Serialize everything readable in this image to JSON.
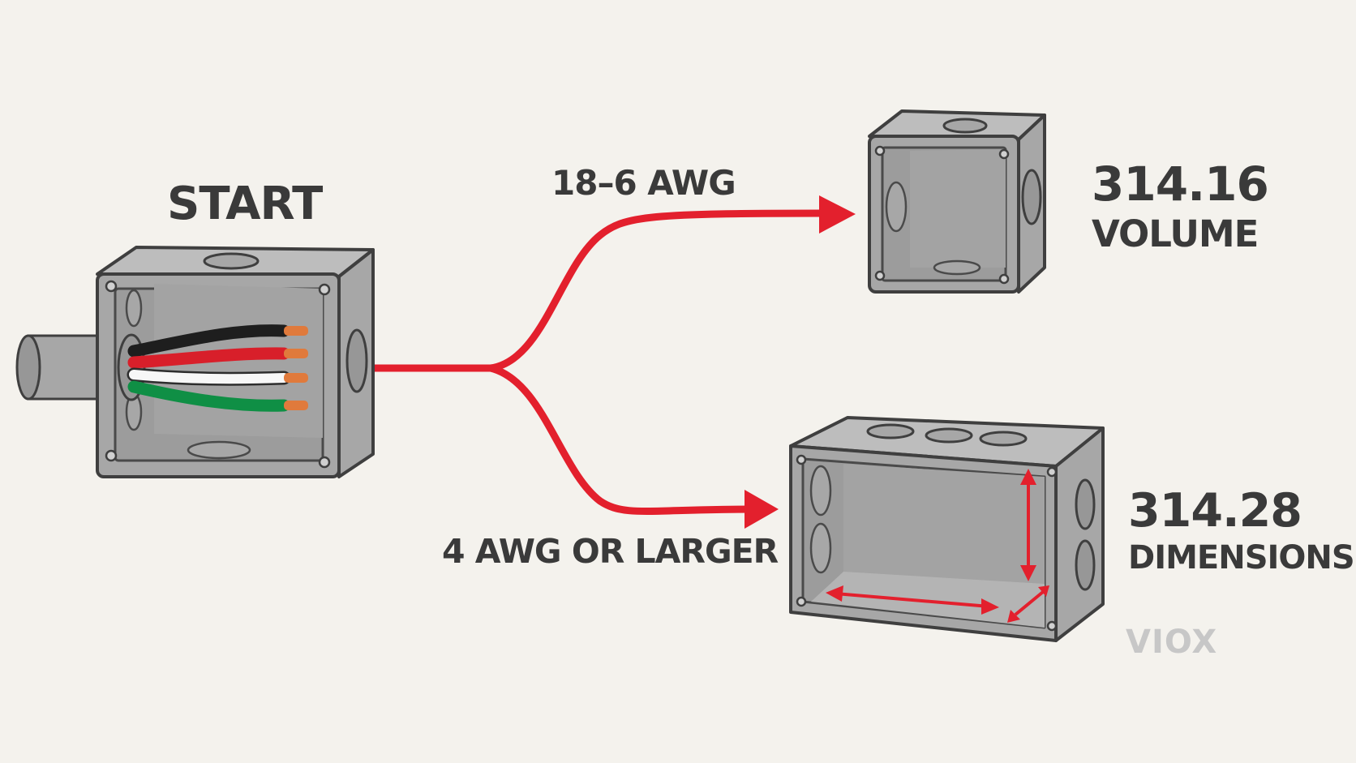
{
  "colors": {
    "background": "#f4f2ed",
    "flow_arrow": "#e3202d",
    "box_metal": "#a7a7a7",
    "box_inner": "#9c9c9c",
    "outline": "#3f3f3f",
    "label_text": "#3a3a3a",
    "wire_black": "#1e1e1e",
    "wire_red": "#d81f2a",
    "wire_white": "#f7f7f7",
    "wire_green": "#0f8f45",
    "copper": "#e07a3c"
  },
  "start": {
    "label": "START"
  },
  "branches": [
    {
      "label": "18–6 AWG",
      "result_value": "314.16",
      "result_caption": "VOLUME"
    },
    {
      "label": "4 AWG OR LARGER",
      "result_value": "314.28",
      "result_caption": "DIMENSIONS"
    }
  ],
  "brand": {
    "logo_text": "VIOX"
  }
}
